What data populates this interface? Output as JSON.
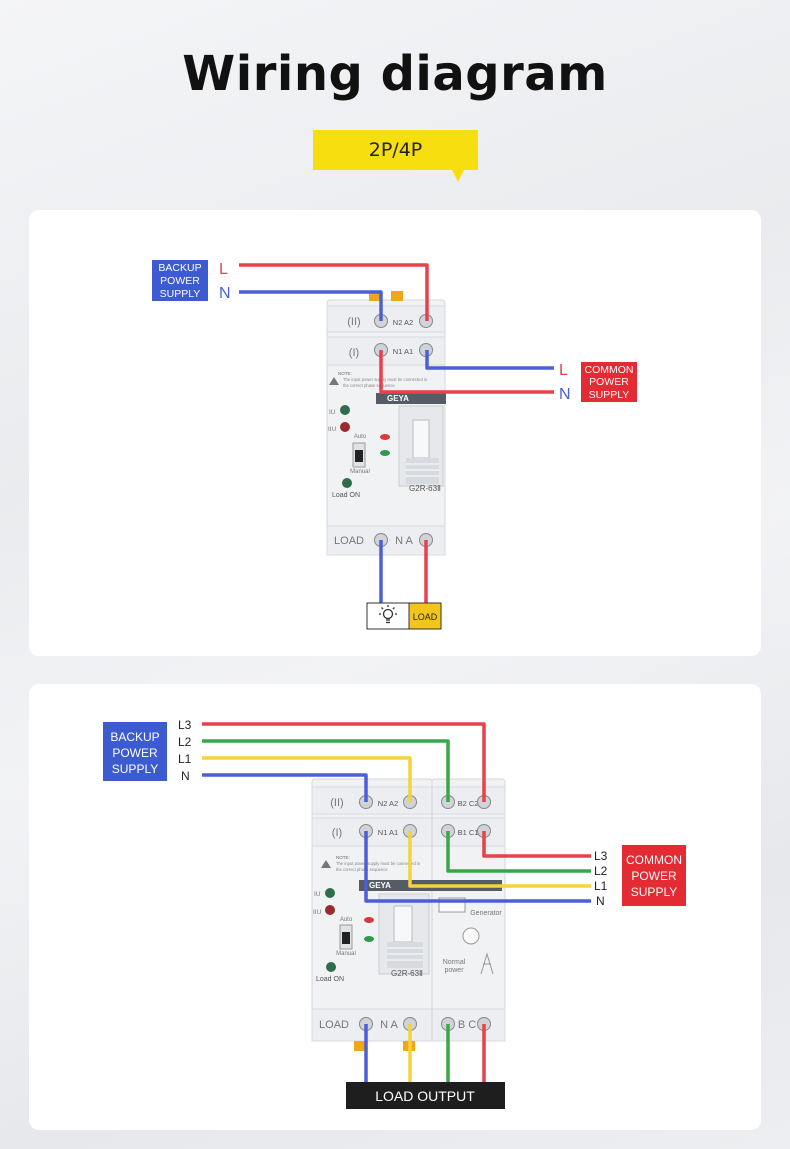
{
  "title": "Wiring diagram",
  "subtitle": "2P/4P",
  "colors": {
    "L": "#e8414b",
    "N": "#4b5fd6",
    "L1": "#f5d33a",
    "L2": "#3aa64a",
    "L3": "#e8414b",
    "backup_box": "#3d5bd0",
    "common_box": "#e42a32",
    "load_box": "#f3c41b",
    "output_box": "#1e1e1e"
  },
  "diagram1": {
    "backup_label": [
      "BACKUP",
      "POWER",
      "SUPPLY"
    ],
    "common_label": [
      "COMMON",
      "POWER",
      "SUPPLY"
    ],
    "wire_L": "L",
    "wire_N": "N",
    "row2_label": "(II)",
    "row1_label": "(I)",
    "row2_terms": "N2 A2",
    "row1_terms": "N1 A1",
    "note_title": "NOTE:",
    "note_text_1": "The input power supply must be connected in",
    "note_text_2": "the correct phase sequence",
    "brand": "GEYA",
    "ind_1": "IU",
    "ind_2": "IIU",
    "auto": "Auto",
    "manual": "Manual",
    "load_on": "Load ON",
    "model": "G2R-63Ⅱ",
    "bottom_load": "LOAD",
    "bottom_terms": "N A",
    "load_box_text": "LOAD",
    "bulb_icon": "lightbulb-icon"
  },
  "diagram2": {
    "backup_label": [
      "BACKUP",
      "POWER",
      "SUPPLY"
    ],
    "common_label": [
      "COMMON",
      "POWER",
      "SUPPLY"
    ],
    "left_wires": [
      "L3",
      "L2",
      "L1",
      "N"
    ],
    "right_wires": [
      "L3",
      "L2",
      "L1",
      "N"
    ],
    "row2_label": "(II)",
    "row1_label": "(I)",
    "row2_terms_a": "N2 A2",
    "row2_terms_b": "B2 C2",
    "row1_terms_a": "N1 A1",
    "row1_terms_b": "B1 C1",
    "note_title": "NOTE:",
    "note_text_1": "The input power supply must be connected in",
    "note_text_2": "the correct phase sequence",
    "brand": "GEYA",
    "ind_1": "IU",
    "ind_2": "IIU",
    "auto": "Auto",
    "manual": "Manual",
    "load_on": "Load ON",
    "model": "G2R-63Ⅱ",
    "generator": "Generator",
    "normal_power": [
      "Normal",
      "power"
    ],
    "bottom_load": "LOAD",
    "bottom_terms_a": "N A",
    "bottom_terms_b": "B C",
    "output_text": "LOAD OUTPUT"
  }
}
